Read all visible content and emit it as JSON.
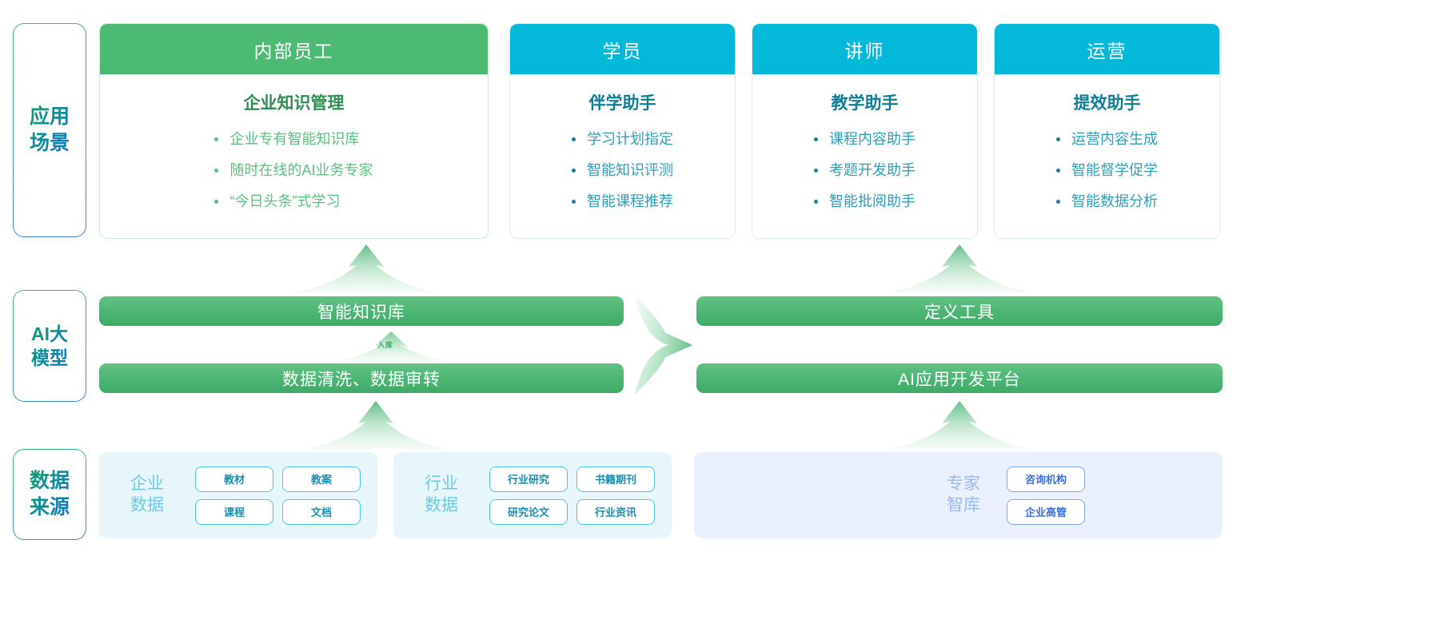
{
  "rails": [
    {
      "name": "application-scenario",
      "label": "应用\n场景"
    },
    {
      "name": "ai-model",
      "label": "AI大\n模型"
    },
    {
      "name": "data-source",
      "label": "数据\n来源"
    }
  ],
  "scenario_cards": [
    {
      "audience": "内部员工",
      "assistant": "企业知识管理",
      "theme": "green",
      "items": [
        "企业专有智能知识库",
        "随时在线的AI业务专家",
        "“今日头条”式学习"
      ]
    },
    {
      "audience": "学员",
      "assistant": "伴学助手",
      "theme": "cyan",
      "items": [
        "学习计划指定",
        "智能知识评测",
        "智能课程推荐"
      ]
    },
    {
      "audience": "讲师",
      "assistant": "教学助手",
      "theme": "cyan",
      "items": [
        "课程内容助手",
        "考题开发助手",
        "智能批阅助手"
      ]
    },
    {
      "audience": "运营",
      "assistant": "提效助手",
      "theme": "cyan",
      "items": [
        "运营内容生成",
        "智能督学促学",
        "智能数据分析"
      ]
    }
  ],
  "pipeline_bars": [
    {
      "name": "knowledge-base-bar",
      "label": "智能知识库"
    },
    {
      "name": "data-cleaning-bar",
      "label": "数据清洗、数据审转"
    },
    {
      "name": "define-tools-bar",
      "label": "定义工具"
    },
    {
      "name": "ai-app-platform-bar",
      "label": "AI应用开发平台"
    }
  ],
  "arrow_labels": {
    "ingest": "入库"
  },
  "data_sources": [
    {
      "name": "enterprise-data",
      "label": "企业\n数据",
      "theme": "cyan",
      "chips": [
        "教材",
        "教案",
        "课程",
        "文档"
      ]
    },
    {
      "name": "industry-data",
      "label": "行业\n数据",
      "theme": "cyan",
      "chips": [
        "行业研究",
        "书籍期刊",
        "研究论文",
        "行业资讯"
      ]
    },
    {
      "name": "expert-think-tank",
      "label": "专家\n智库",
      "theme": "blue",
      "chips": [
        "咨询机构",
        "企业高管"
      ]
    }
  ],
  "colors": {
    "green_header": "#4cba72",
    "cyan_header": "#03b8d8",
    "bar_green": "#4cb573",
    "panel_cyan_bg": "#e6f6fb",
    "panel_blue_bg": "#eaf0fd",
    "chip_cyan_border": "#49c6e4",
    "chip_blue_border": "#7fa7f2"
  }
}
